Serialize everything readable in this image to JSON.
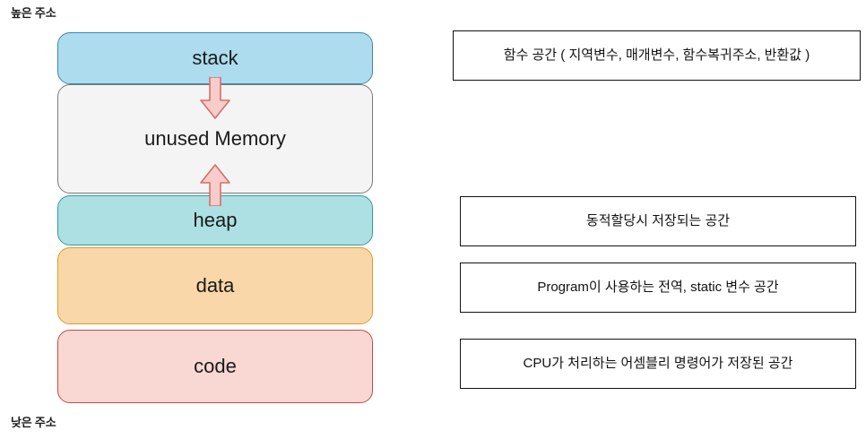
{
  "labels": {
    "high_address": "높은 주소",
    "low_address": "낮은 주소"
  },
  "memory_blocks": [
    {
      "id": "stack",
      "label": "stack",
      "fill": "#ADDCEF",
      "border": "#3E87A8"
    },
    {
      "id": "unused",
      "label": "unused Memory",
      "fill": "#F4F4F4",
      "border": "#7A7A7A"
    },
    {
      "id": "heap",
      "label": "heap",
      "fill": "#ACE0E2",
      "border": "#2E9BA4"
    },
    {
      "id": "data",
      "label": "data",
      "fill": "#F9D7A8",
      "border": "#E09B27"
    },
    {
      "id": "code",
      "label": "code",
      "fill": "#F9D8D4",
      "border": "#C54A46"
    }
  ],
  "arrows": [
    {
      "id": "stack-grow-down",
      "direction": "down",
      "fill": "#F7CCCA",
      "border": "#D4706C"
    },
    {
      "id": "heap-grow-up",
      "direction": "up",
      "fill": "#F7CCCA",
      "border": "#D4706C"
    }
  ],
  "notes": [
    {
      "id": "stack",
      "text": "함수 공간 ( 지역변수, 매개변수, 함수복귀주소, 반환값 )"
    },
    {
      "id": "heap",
      "text": "동적할당시 저장되는 공간"
    },
    {
      "id": "data",
      "text": "Program이 사용하는 전역, static 변수 공간"
    },
    {
      "id": "code",
      "text": "CPU가 처리하는 어셈블리 명령어가 저장된 공간"
    }
  ]
}
